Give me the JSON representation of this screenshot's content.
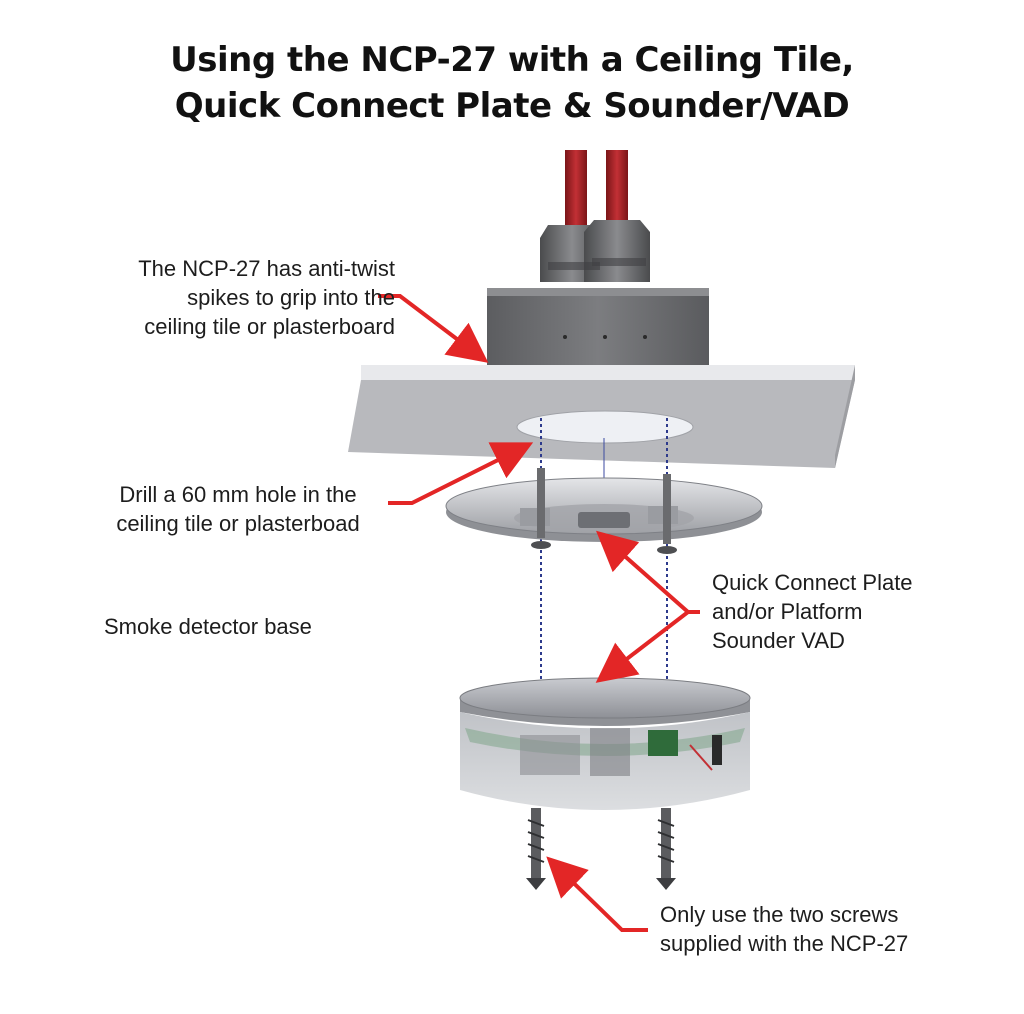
{
  "title": {
    "line1": "Using the NCP-27 with a Ceiling Tile,",
    "line2": "Quick Connect Plate & Sounder/VAD"
  },
  "labels": {
    "anti_twist": [
      "The NCP-27 has anti-twist",
      "spikes to grip into the",
      "ceiling tile or plasterboard"
    ],
    "drill_hole": [
      "Drill a 60 mm hole in the",
      "ceiling tile or plasterboad"
    ],
    "smoke_base": "Smoke detector base",
    "quick_connect": [
      "Quick Connect Plate",
      "and/or Platform",
      "Sounder VAD"
    ],
    "screws": [
      "Only use the two screws",
      "supplied with the NCP-27"
    ]
  },
  "colors": {
    "arrow": "#e32626",
    "wire": "#a8262a",
    "guide_line": "#2d3a8c",
    "body_gray": "#6f7072",
    "tile": "#d9d9dd"
  }
}
